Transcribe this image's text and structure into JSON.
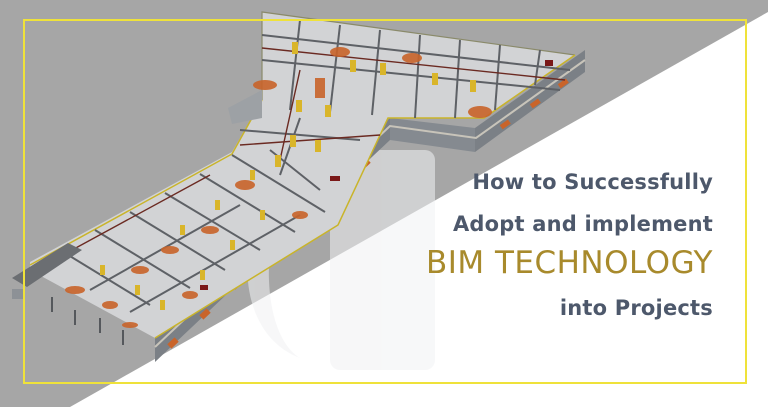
{
  "banner": {
    "headline": {
      "line1": "How to Successfully",
      "line2": "Adopt and implement",
      "line3": "BIM TECHNOLOGY",
      "line4": "into Projects"
    },
    "illustration": "isometric-bim-floor-plan",
    "watermark": "faint-logo-mark"
  },
  "colors": {
    "background_gray": "#a6a6a6",
    "background_white": "#ffffff",
    "frame_yellow": "#efe23a",
    "headline_slate": "#4d586b",
    "headline_gold": "#a88a2c",
    "floor_orange": "#c9642a",
    "door_yellow": "#d9b52a",
    "wall_gray": "#7b8086"
  }
}
